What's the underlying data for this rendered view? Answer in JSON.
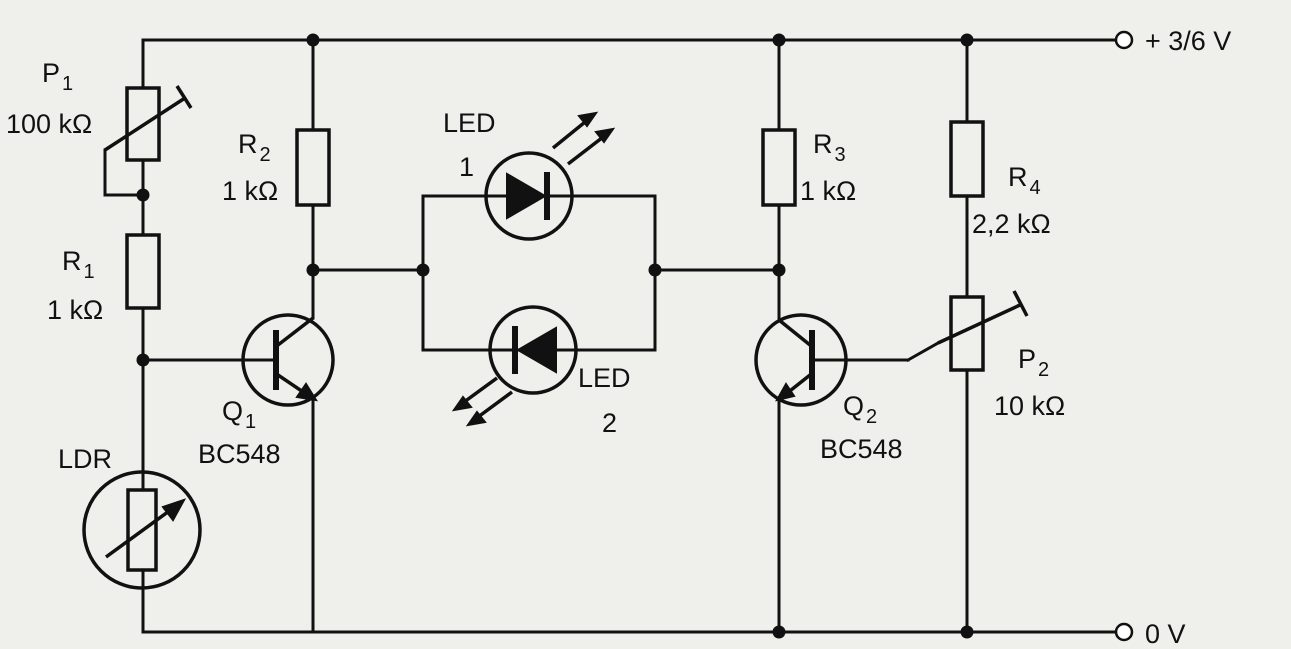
{
  "supply": {
    "positive": "+ 3/6 V",
    "ground": "0 V"
  },
  "components": {
    "P1": {
      "letter": "P",
      "index": "1",
      "value": "100 kΩ"
    },
    "R1": {
      "letter": "R",
      "index": "1",
      "value": "1 kΩ"
    },
    "R2": {
      "letter": "R",
      "index": "2",
      "value": "1 kΩ"
    },
    "R3": {
      "letter": "R",
      "index": "3",
      "value": "1 kΩ"
    },
    "R4": {
      "letter": "R",
      "index": "4",
      "value": "2,2 kΩ"
    },
    "P2": {
      "letter": "P",
      "index": "2",
      "value": "10 kΩ"
    },
    "Q1": {
      "letter": "Q",
      "index": "1",
      "part": "BC548"
    },
    "Q2": {
      "letter": "Q",
      "index": "2",
      "part": "BC548"
    },
    "LDR": {
      "label": "LDR"
    },
    "LED1": {
      "label": "LED",
      "number": "1"
    },
    "LED2": {
      "label": "LED",
      "number": "2"
    }
  }
}
